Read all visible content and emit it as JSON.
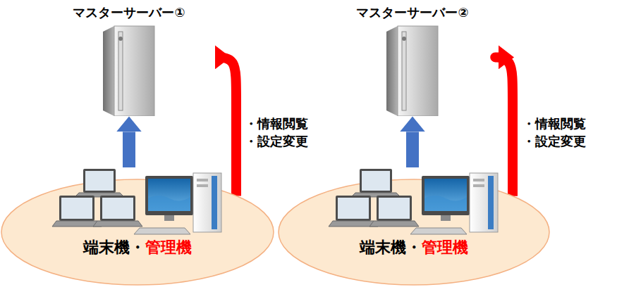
{
  "diagram": {
    "nodes": [
      {
        "text": [
          "マスターサーバー①"
        ]
      },
      {
        "text": [
          "端末機・",
          "管理機"
        ]
      },
      {
        "text": [
          "マスターサーバー②"
        ]
      },
      {
        "text": [
          "端末機・",
          "管理機"
        ]
      }
    ],
    "edges": [
      {
        "from": 1,
        "to": 0,
        "arrow": "to"
      },
      {
        "from": 1,
        "to": 0,
        "label": "・情報閲覧 ・設定変更",
        "arrow": "to"
      },
      {
        "from": 3,
        "to": 2,
        "arrow": "to"
      },
      {
        "from": 3,
        "to": 2,
        "label": "・情報閲覧 ・設定変更",
        "arrow": "to"
      }
    ]
  }
}
